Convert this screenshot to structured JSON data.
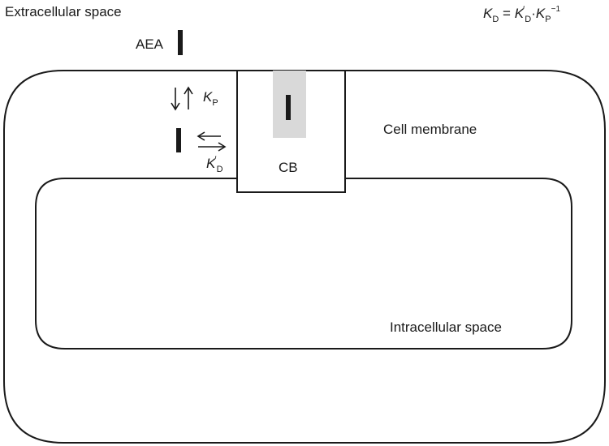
{
  "labels": {
    "extracellular": "Extracellular space",
    "intracellular": "Intracellular space",
    "membrane": "Cell membrane",
    "ligand": "AEA",
    "receptor": "CB"
  },
  "equation": {
    "lhs_symbol": "K",
    "lhs_sub": "D",
    "equals": "=",
    "t1_symbol": "K",
    "t1_prime": "′",
    "t1_sub": "D",
    "dot": "·",
    "t2_symbol": "K",
    "t2_sub": "P",
    "t2_sup": "−1"
  },
  "constants": {
    "partition_symbol": "K",
    "partition_sub": "P",
    "dissociation_symbol": "K",
    "dissociation_prime": "′",
    "dissociation_sub": "D"
  },
  "colors": {
    "stroke": "#1a1a1a",
    "binding_pocket": "#d9d9d9",
    "background": "#ffffff"
  }
}
